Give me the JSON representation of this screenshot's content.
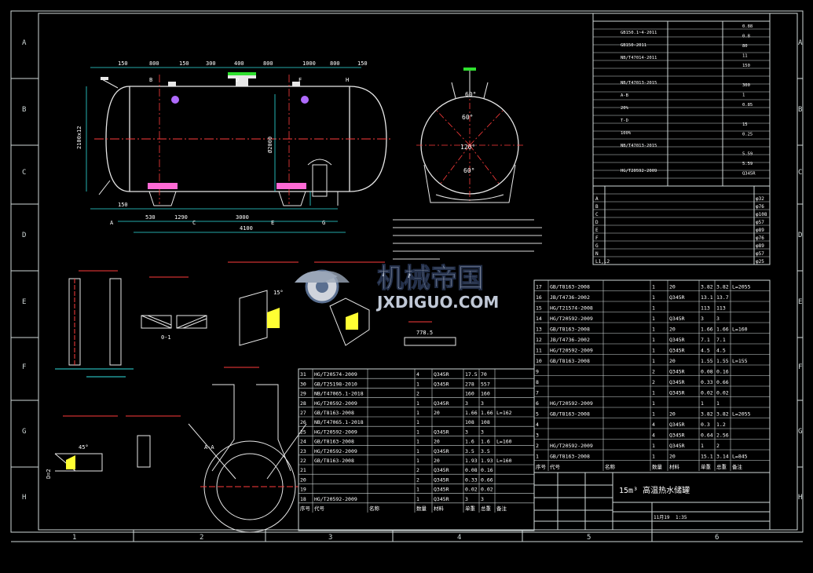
{
  "frame": {
    "row_letters": [
      "A",
      "B",
      "C",
      "D",
      "E",
      "F",
      "G",
      "H"
    ],
    "col_numbers": [
      "1",
      "2",
      "3",
      "4",
      "5",
      "6"
    ]
  },
  "watermark": {
    "title": "机械帝国",
    "subtitle": "JXDIGUO.COM"
  },
  "title_block": {
    "drawing_title": "15m³ 高温热水储罐",
    "date": "11月19",
    "scale": "1:35"
  },
  "views": {
    "main_dims_top": [
      "150",
      "800",
      "150",
      "300",
      "400",
      "800",
      "1000",
      "800",
      "150"
    ],
    "main_dims_side": [
      "2100x12",
      "Ø2000"
    ],
    "main_dims_bottom": [
      "150",
      "530",
      "1290",
      "3000",
      "4100"
    ],
    "nozzle_tags": [
      "A",
      "B",
      "C",
      "D",
      "E",
      "F",
      "G",
      "H"
    ],
    "end_view_angles": [
      "60°",
      "60°",
      "120°",
      "60°"
    ],
    "section_labels": [
      "A-A",
      "0-1",
      "D=2",
      "45°",
      "15°",
      "778.5"
    ]
  },
  "left_parts_table": {
    "columns": [
      "序号",
      "代号",
      "名称",
      "数量",
      "材料",
      "单重",
      "总重",
      "备注"
    ],
    "rows": [
      [
        "31",
        "HG/T20574-2009",
        "",
        "4",
        "Q345R",
        "17.5",
        "70",
        ""
      ],
      [
        "30",
        "GB/T25198-2010",
        "",
        "1",
        "Q345R",
        "278",
        "557",
        ""
      ],
      [
        "29",
        "NB/T47065.1-2018",
        "",
        "2",
        "",
        "160",
        "160",
        ""
      ],
      [
        "28",
        "HG/T20592-2009",
        "",
        "1",
        "Q345R",
        "3",
        "3",
        ""
      ],
      [
        "27",
        "GB/T8163-2008",
        "",
        "1",
        "20",
        "1.66",
        "1.66",
        "L=162"
      ],
      [
        "26",
        "NB/T47065.1-2018",
        "",
        "1",
        "",
        "108",
        "108",
        ""
      ],
      [
        "25",
        "HG/T20592-2009",
        "",
        "1",
        "Q345R",
        "3",
        "3",
        ""
      ],
      [
        "24",
        "GB/T8163-2008",
        "",
        "1",
        "20",
        "1.6",
        "1.6",
        "L=160"
      ],
      [
        "23",
        "HG/T20592-2009",
        "",
        "1",
        "Q345R",
        "3.5",
        "3.5",
        ""
      ],
      [
        "22",
        "GB/T8163-2008",
        "",
        "1",
        "20",
        "1.93",
        "1.93",
        "L=160"
      ],
      [
        "21",
        "",
        "",
        "2",
        "Q345R",
        "0.08",
        "0.16",
        ""
      ],
      [
        "20",
        "",
        "",
        "2",
        "Q345R",
        "0.33",
        "0.66",
        ""
      ],
      [
        "19",
        "",
        "",
        "1",
        "Q345R",
        "0.02",
        "0.02",
        ""
      ],
      [
        "18",
        "HG/T20592-2009",
        "",
        "1",
        "Q345R",
        "3",
        "3",
        ""
      ]
    ]
  },
  "right_parts_table": {
    "columns": [
      "序号",
      "代号",
      "名称",
      "数量",
      "材料",
      "单重",
      "总重",
      "备注"
    ],
    "rows": [
      [
        "17",
        "GB/T8163-2008",
        "",
        "1",
        "20",
        "3.82",
        "3.82",
        "L=2055"
      ],
      [
        "16",
        "JB/T4736-2002",
        "",
        "1",
        "Q345R",
        "13.1",
        "13.7",
        ""
      ],
      [
        "15",
        "HG/T21574-2008",
        "",
        "1",
        "",
        "113",
        "113",
        ""
      ],
      [
        "14",
        "HG/T20592-2009",
        "",
        "1",
        "Q345R",
        "3",
        "3",
        ""
      ],
      [
        "13",
        "GB/T8163-2008",
        "",
        "1",
        "20",
        "1.66",
        "1.66",
        "L=160"
      ],
      [
        "12",
        "JB/T4736-2002",
        "",
        "1",
        "Q345R",
        "7.1",
        "7.1",
        ""
      ],
      [
        "11",
        "HG/T20592-2009",
        "",
        "1",
        "Q345R",
        "4.5",
        "4.5",
        ""
      ],
      [
        "10",
        "GB/T8163-2008",
        "",
        "1",
        "20",
        "1.55",
        "1.55",
        "L=155"
      ],
      [
        "9",
        "",
        "",
        "2",
        "Q345R",
        "0.08",
        "0.16",
        ""
      ],
      [
        "8",
        "",
        "",
        "2",
        "Q345R",
        "0.33",
        "0.66",
        ""
      ],
      [
        "7",
        "",
        "",
        "1",
        "Q345R",
        "0.02",
        "0.02",
        ""
      ],
      [
        "6",
        "HG/T20592-2009",
        "",
        "1",
        "",
        "1",
        "1",
        ""
      ],
      [
        "5",
        "GB/T8163-2008",
        "",
        "1",
        "20",
        "3.82",
        "3.82",
        "L=2055"
      ],
      [
        "4",
        "",
        "",
        "4",
        "Q345R",
        "0.3",
        "1.2",
        ""
      ],
      [
        "3",
        "",
        "",
        "4",
        "Q345R",
        "0.64",
        "2.56",
        ""
      ],
      [
        "2",
        "HG/T20592-2009",
        "",
        "1",
        "Q345R",
        "1",
        "2",
        ""
      ],
      [
        "1",
        "GB/T8163-2008",
        "",
        "1",
        "20",
        "15.1",
        "3.14",
        "L=845"
      ]
    ]
  },
  "spec_table": {
    "left_col": [
      "GB150.1~4-2011",
      "GB150-2011",
      "NB/T47014-2011",
      "",
      "NB/T47013-2015",
      "A-B",
      "20%",
      "T-D",
      "100%",
      "NB/T47013-2015",
      "",
      "HG/T20592-2009"
    ],
    "right_col": [
      "0.88",
      "0.8",
      "80",
      "11",
      "150",
      "",
      "300",
      "1",
      "0.85",
      "",
      "15",
      "0.25",
      "",
      "5.59",
      "5.59",
      "Q345R"
    ]
  },
  "nozzle_table": {
    "tags": [
      "A",
      "B",
      "C",
      "D",
      "E",
      "F",
      "G",
      "N",
      "L1,L2"
    ],
    "sizes": [
      "φ32",
      "φ76",
      "φ108",
      "φ57",
      "φ89",
      "φ76",
      "φ89",
      "φ57",
      "φ25"
    ]
  }
}
